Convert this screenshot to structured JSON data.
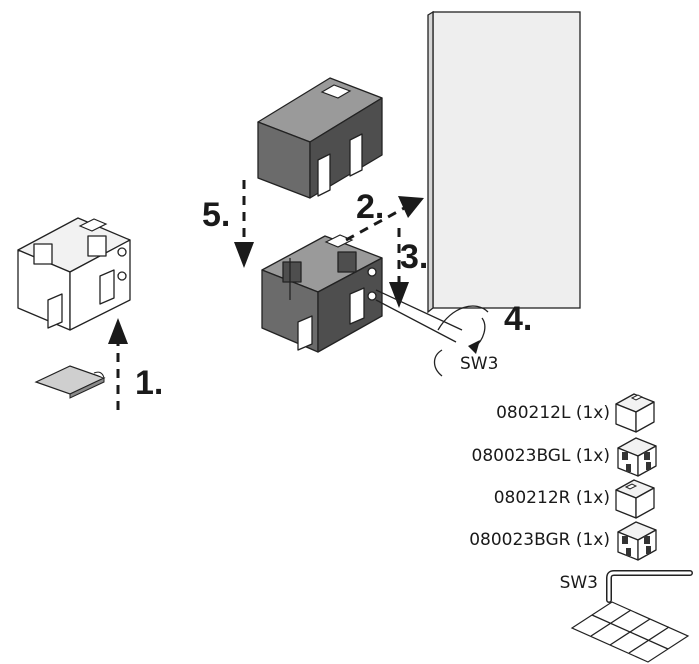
{
  "steps": {
    "s1": "1.",
    "s2": "2.",
    "s3": "3.",
    "s4": "4.",
    "s5": "5."
  },
  "tool_label_main": "SW3",
  "parts": [
    {
      "code": "080212L (1x)",
      "icon": "end-cap-left-icon"
    },
    {
      "code": "080023BGL (1x)",
      "icon": "bracket-left-icon"
    },
    {
      "code": "080212R (1x)",
      "icon": "end-cap-right-icon"
    },
    {
      "code": "080023BGR (1x)",
      "icon": "bracket-right-icon"
    }
  ],
  "tool_legend": {
    "label": "SW3",
    "icon": "hex-key-icon"
  },
  "colors": {
    "part_dark": "#6b6b6b",
    "line": "#222222"
  }
}
